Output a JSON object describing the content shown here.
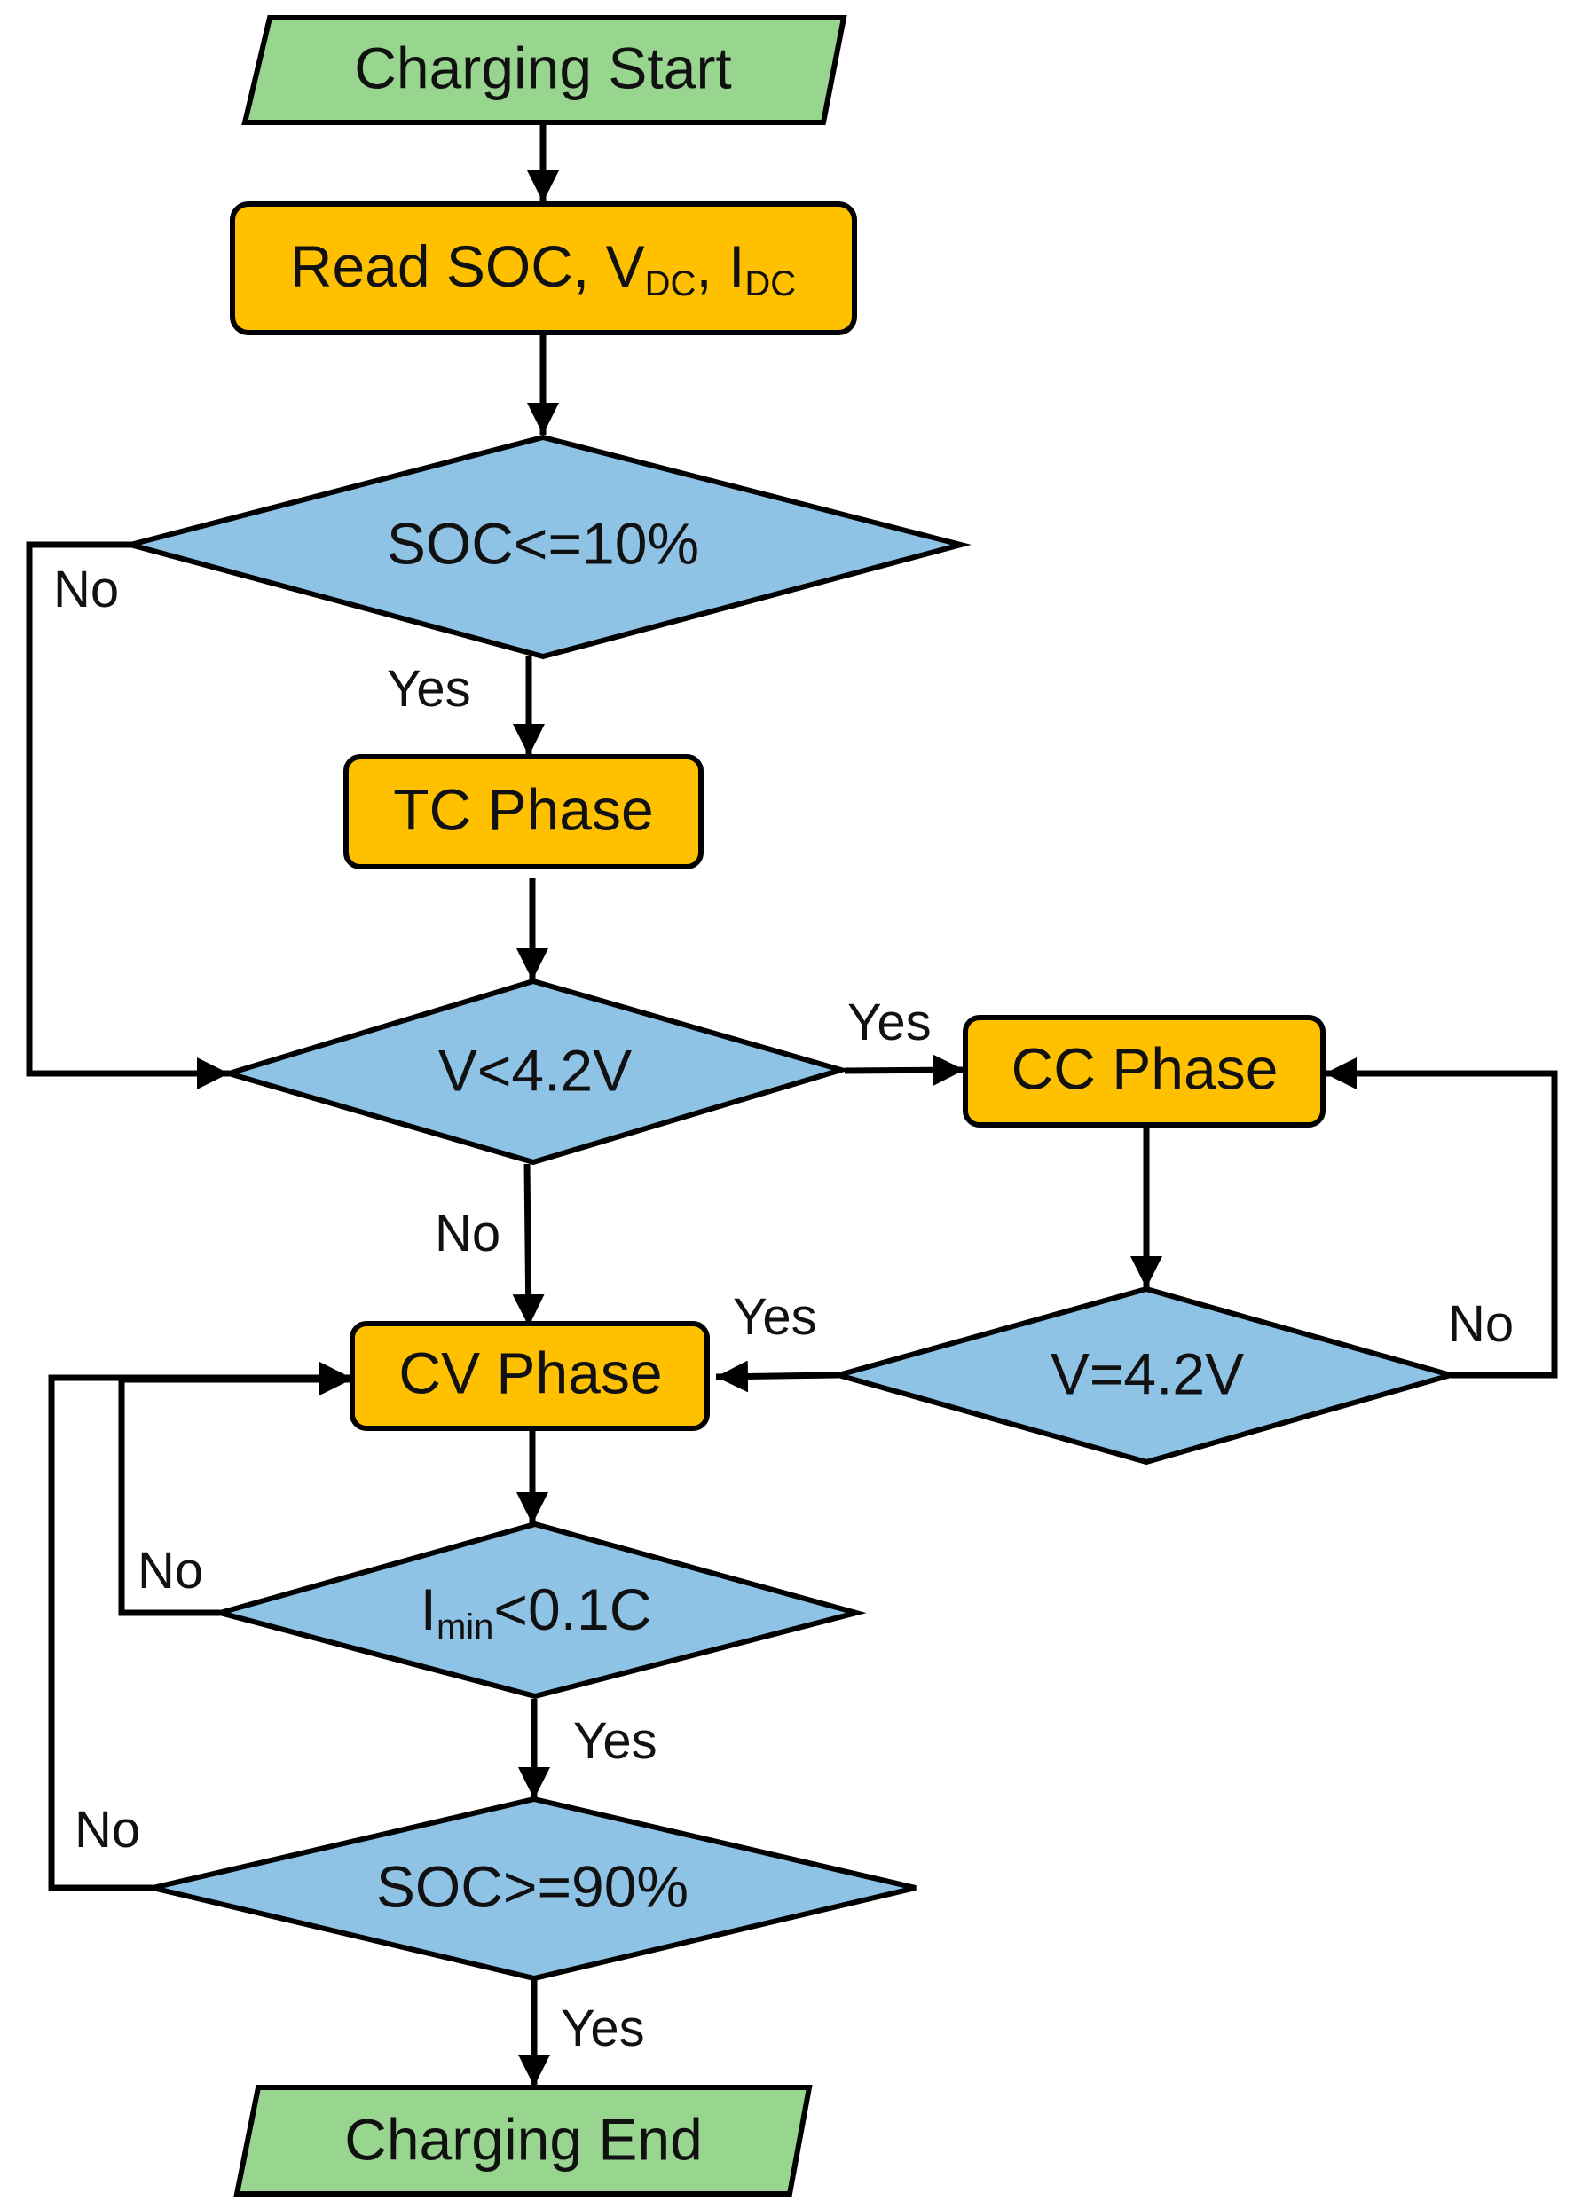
{
  "nodes": {
    "start": {
      "label": "Charging Start",
      "color": "#98D58E"
    },
    "read": {
      "label_main": "Read SOC, V",
      "sub1": "DC",
      "sep": ", I",
      "sub2": "DC",
      "color": "#FFC000"
    },
    "soc_low": {
      "label": "SOC<=10%",
      "color": "#8EC3E6"
    },
    "tc": {
      "label": "TC Phase",
      "color": "#FFC000"
    },
    "v_lt": {
      "label": "V<4.2V",
      "color": "#8EC3E6"
    },
    "cc": {
      "label": "CC Phase",
      "color": "#FFC000"
    },
    "v_eq": {
      "label": "V=4.2V",
      "color": "#8EC3E6"
    },
    "cv": {
      "label": "CV Phase",
      "color": "#FFC000"
    },
    "imin": {
      "label_main": "I",
      "sub": "min",
      "label_rest": "<0.1C",
      "color": "#8EC3E6"
    },
    "soc_high": {
      "label": "SOC>=90%",
      "color": "#8EC3E6"
    },
    "end": {
      "label": "Charging End",
      "color": "#98D58E"
    }
  },
  "edges": {
    "soc_low_no": "No",
    "soc_low_yes": "Yes",
    "v_lt_yes": "Yes",
    "v_lt_no": "No",
    "v_eq_yes": "Yes",
    "v_eq_no": "No",
    "imin_no": "No",
    "imin_yes": "Yes",
    "soc_high_no": "No",
    "soc_high_yes": "Yes"
  },
  "colors": {
    "stroke": "#000000",
    "text": "#111111"
  }
}
